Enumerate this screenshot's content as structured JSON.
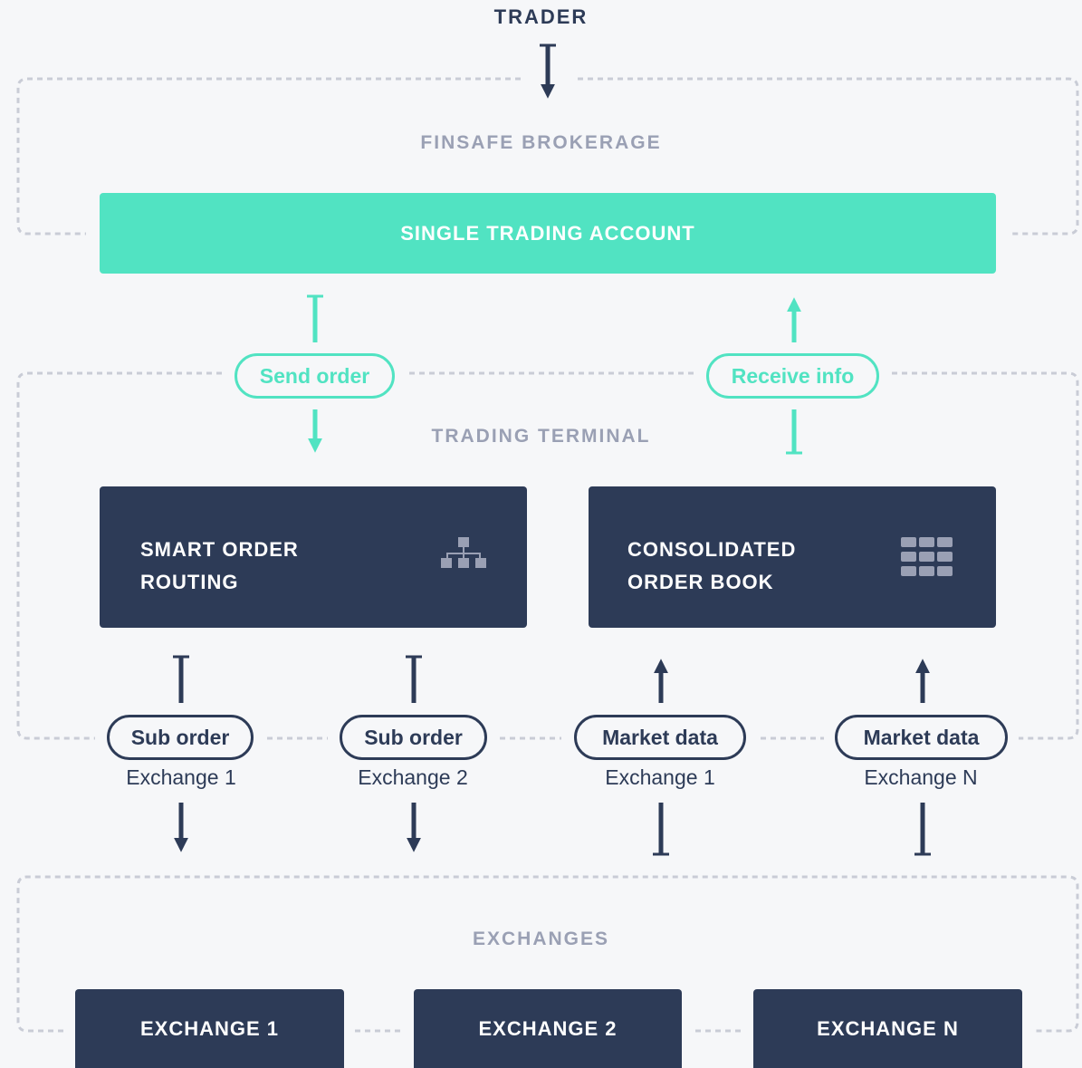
{
  "trader": "TRADER",
  "sections": {
    "brokerage": "FINSAFE BROKERAGE",
    "terminal": "TRADING TERMINAL",
    "exchanges": "EXCHANGES"
  },
  "account": "SINGLE TRADING ACCOUNT",
  "modules": {
    "sor": {
      "line1": "SMART ORDER",
      "line2": "ROUTING",
      "icon": "hierarchy-icon"
    },
    "cob": {
      "line1": "CONSOLIDATED",
      "line2": "ORDER BOOK",
      "icon": "grid-icon"
    }
  },
  "flows": {
    "send": "Send order",
    "receive": "Receive info"
  },
  "feeds": [
    {
      "label": "Sub order",
      "sub": "Exchange 1"
    },
    {
      "label": "Sub order",
      "sub": "Exchange 2"
    },
    {
      "label": "Market data",
      "sub": "Exchange 1"
    },
    {
      "label": "Market data",
      "sub": "Exchange N"
    }
  ],
  "exchanges": [
    "EXCHANGE 1",
    "EXCHANGE 2",
    "EXCHANGE N"
  ],
  "colors": {
    "navy": "#2d3b57",
    "teal": "#51e3c2",
    "gray": "#9aa0b4",
    "dash": "#c9ccd6",
    "background": "#f6f7f9"
  }
}
